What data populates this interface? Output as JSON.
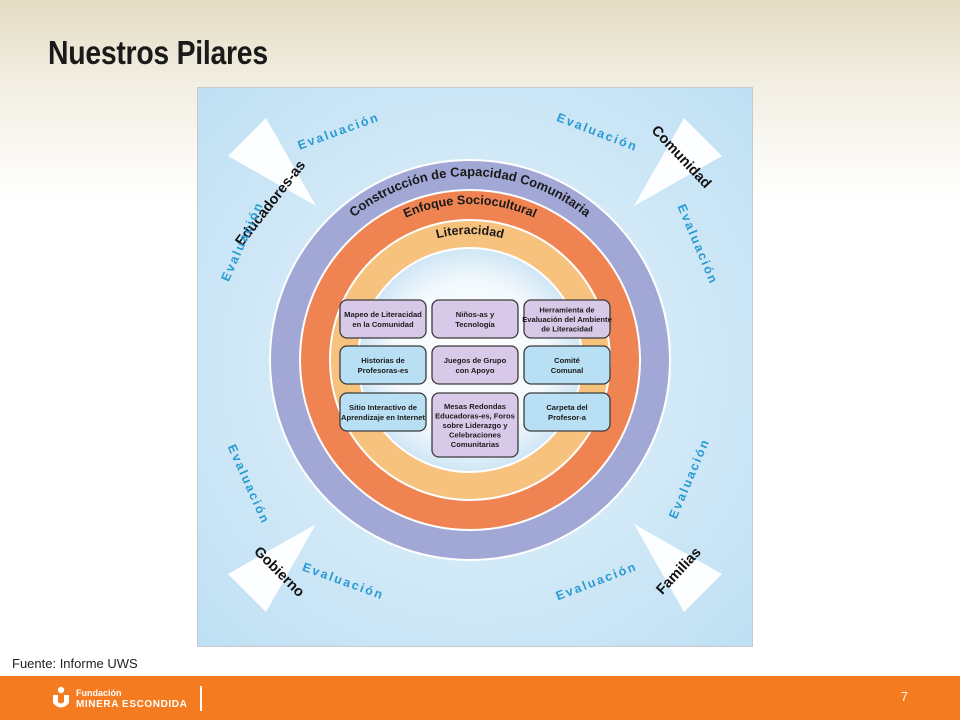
{
  "slide": {
    "title": "Nuestros Pilares",
    "source_note": "Fuente: Informe UWS",
    "page_number": "7"
  },
  "footer": {
    "logo_line1": "Fundación",
    "logo_line2": "MINERA ESCONDIDA"
  },
  "diagram": {
    "rings": {
      "outer": "Construcción de Capacidad Comunitaria",
      "middle": "Enfoque Sociocultural",
      "inner": "Literacidad"
    },
    "evaluation_label": "Evaluación",
    "stakeholders": [
      "Educadores-as",
      "Comunidad",
      "Gobierno",
      "Familias"
    ],
    "programs": [
      {
        "lines": [
          "Mapeo de Literacidad",
          "en la Comunidad"
        ],
        "color": "#d9c9e9"
      },
      {
        "lines": [
          "Niños-as y",
          "Tecnología"
        ],
        "color": "#d9c9e9"
      },
      {
        "lines": [
          "Herramienta de",
          "Evaluación del Ambiente",
          "de Literacidad"
        ],
        "color": "#d9c9e9"
      },
      {
        "lines": [
          "Historias de",
          "Profesoras-es"
        ],
        "color": "#b9dff4"
      },
      {
        "lines": [
          "Juegos de Grupo",
          "con Apoyo"
        ],
        "color": "#d9c9e9"
      },
      {
        "lines": [
          "Comité",
          "Comunal"
        ],
        "color": "#b9dff4"
      },
      {
        "lines": [
          "Sitio Interactivo de",
          "Aprendizaje en Internet"
        ],
        "color": "#b9dff4"
      },
      {
        "lines": [
          "Mesas Redondas",
          "Educadoras-es, Foros",
          "sobre Liderazgo y",
          "Celebraciones",
          "Comunitarias"
        ],
        "color": "#d9c9e9"
      },
      {
        "lines": [
          "Carpeta del",
          "Profesor-a"
        ],
        "color": "#b9dff4"
      }
    ],
    "colors": {
      "background": "#c6e4f6",
      "outer_ring": "#a2a8d6",
      "middle_ring": "#ef8452",
      "inner_ring": "#f7c27e",
      "evaluation_text": "#2a9ad3",
      "accent_orange": "#f47b20"
    }
  }
}
